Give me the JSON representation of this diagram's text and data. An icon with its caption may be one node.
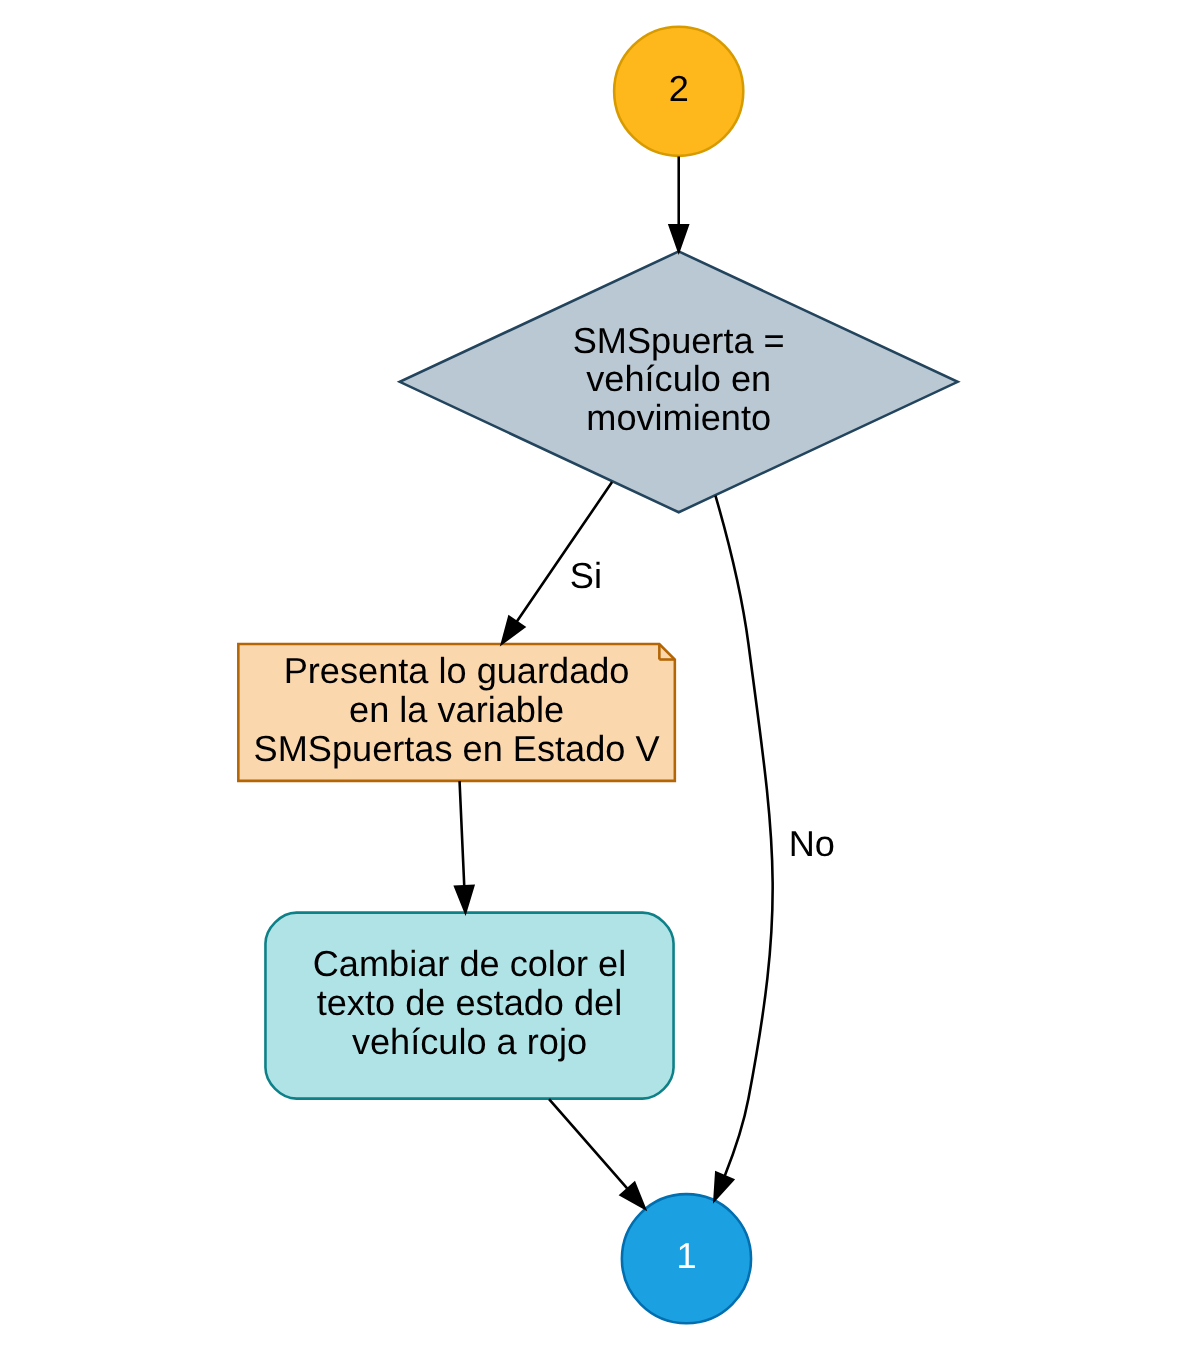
{
  "diagram": {
    "nodes": [
      {
        "text": [
          "2"
        ]
      },
      {
        "text": [
          "SMSpuerta = vehículo en movimiento"
        ]
      },
      {
        "text": [
          "Presenta lo guardado en la variable SMSpuertas en Estado V"
        ]
      },
      {
        "text": [
          "Cambiar de color el texto de estado del vehículo a rojo"
        ]
      },
      {
        "text": [
          "1"
        ]
      }
    ],
    "edges": [
      {
        "from": 0,
        "to": 1,
        "arrow": "to"
      },
      {
        "from": 1,
        "to": 2,
        "arrow": "to",
        "label": "Si"
      },
      {
        "from": 1,
        "to": 4,
        "arrow": "to",
        "label": "No"
      },
      {
        "from": 2,
        "to": 3,
        "arrow": "to"
      },
      {
        "from": 3,
        "to": 4,
        "arrow": "to"
      }
    ]
  }
}
